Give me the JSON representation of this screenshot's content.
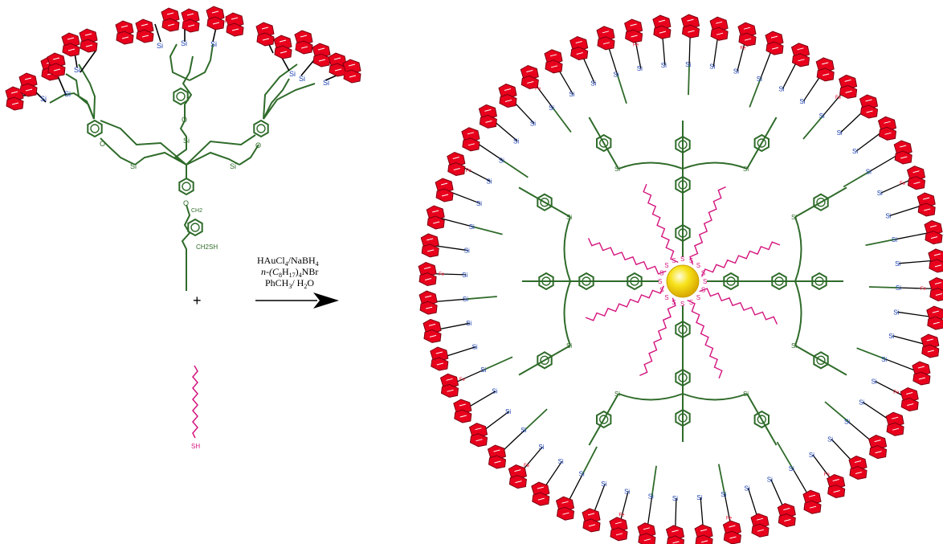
{
  "atoms": {
    "si": "Si",
    "fe": "Fe",
    "o": "O",
    "s": "S",
    "ch2": "CH2",
    "ch2sh": "CH2SH",
    "sh": "SH"
  },
  "reaction": {
    "plus": "+",
    "line1": "HAuCl",
    "line1_sub": "4",
    "line1_tail": "/NaBH",
    "line1_sub2": "4",
    "line2_pre": "n-(C",
    "line2_sub1": "8",
    "line2_mid": "H",
    "line2_sub2": "17",
    "line2_tail": ")",
    "line2_sub3": "4",
    "line2_end": "NBr",
    "line3_pre": "PhCH",
    "line3_sub": "3",
    "line3_mid": "/ H",
    "line3_sub2": "2",
    "line3_end": "O"
  },
  "colors": {
    "ferrocene": "#e8001c",
    "ferrocene_dark": "#8a0010",
    "linker": "#2f6b2a",
    "silicon": "#1a3fb0",
    "thiol": "#d4147e",
    "gold_core": "#f7e21a",
    "arrow": "#000000"
  },
  "icons": [
    "ferrocene-unit",
    "gold-nanoparticle",
    "benzene-ring",
    "alkanethiol-chain",
    "reaction-arrow"
  ]
}
